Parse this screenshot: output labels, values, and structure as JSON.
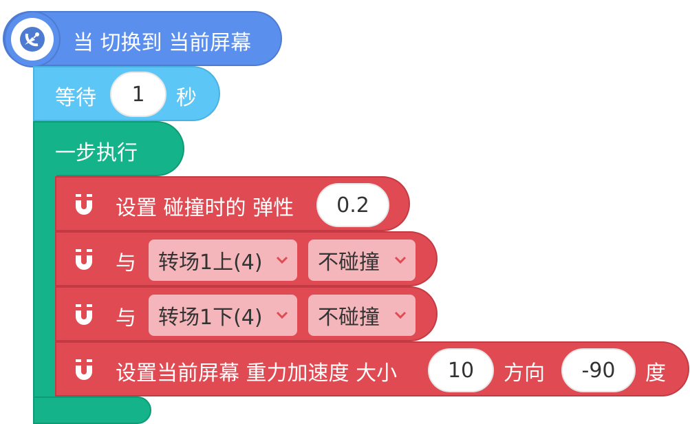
{
  "hat": {
    "label": "当 切换到 当前屏幕",
    "icon": "satellite-dish-icon",
    "color": "#5B8FEE"
  },
  "wait": {
    "label_before": "等待",
    "value": "1",
    "label_after": "秒",
    "color": "#5CC6F7"
  },
  "step_block": {
    "label": "一步执行",
    "color": "#14B38A"
  },
  "physics_blocks": [
    {
      "label": "设置 碰撞时的 弹性",
      "value": "0.2"
    },
    {
      "label": "与",
      "dropdown_target": "转场1上(4)",
      "dropdown_mode": "不碰撞"
    },
    {
      "label": "与",
      "dropdown_target": "转场1下(4)",
      "dropdown_mode": "不碰撞"
    },
    {
      "label": "设置当前屏幕 重力加速度 大小",
      "magnitude": "10",
      "label_direction": "方向",
      "direction": "-90",
      "label_unit": "度"
    }
  ],
  "physics_color": "#E04A52",
  "physics_icon": "magnet-icon"
}
